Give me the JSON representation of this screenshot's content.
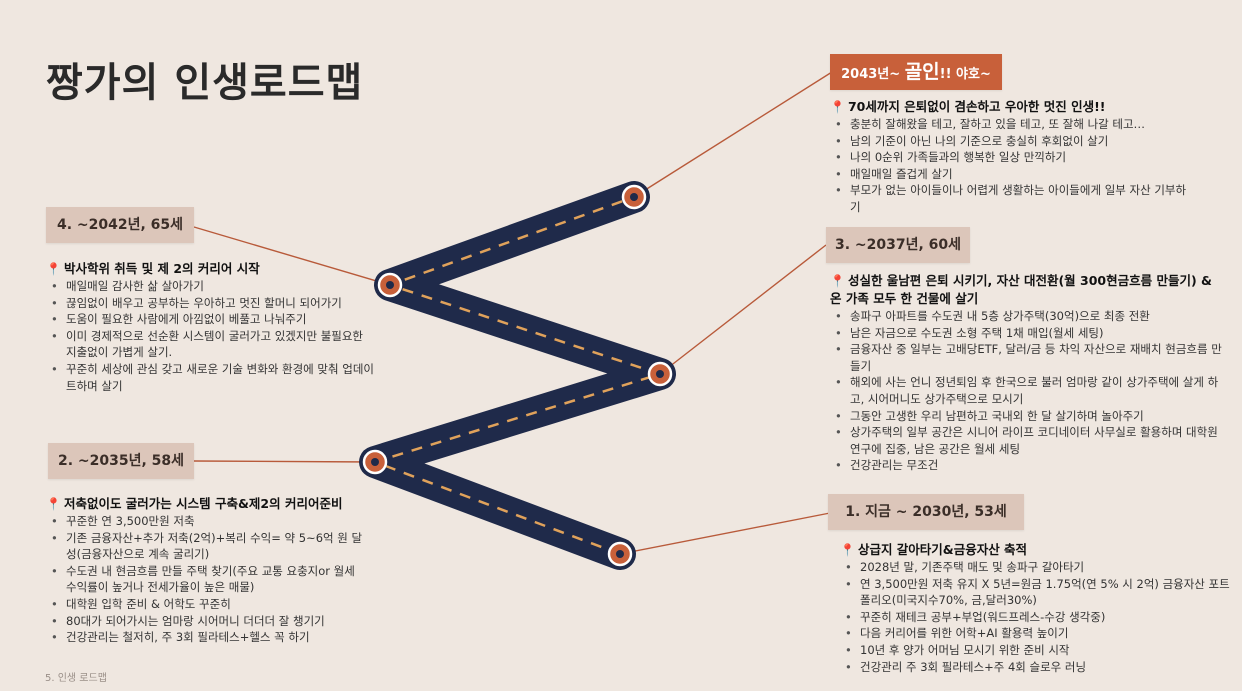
{
  "title": "짱가의 인생로드맵",
  "footer": "5. 인생 로드맵",
  "colors": {
    "background": "#efe7e0",
    "road": "#1f2a4a",
    "road_dash": "#e0a25b",
    "label_bg": "#dcc6ba",
    "final_label_bg": "#c8603a",
    "connector": "#b85a3a",
    "pin": "#e05a5a"
  },
  "stages": {
    "s1": {
      "label": "1. 지금 ~ 2030년, 53세",
      "head": "상급지 갈아타기&금융자산 축적",
      "items": [
        "2028년 말, 기존주택 매도 및 송파구 갈아타기",
        "연 3,500만원 저축 유지 X 5년=원금 1.75억(연 5% 시 2억) 금융자산 포트폴리오(미국지수70%, 금,달러30%)",
        "꾸준히 재테크 공부+부업(워드프레스-수강 생각중)",
        "다음 커리어를 위한 어학+AI 활용력 높이기",
        "10년 후 양가 어머님 모시기 위한 준비 시작",
        "건강관리 주 3회 필라테스+주 4회 슬로우 러닝"
      ]
    },
    "s2": {
      "label": "2. ~2035년, 58세",
      "head": "저축없이도 굴러가는 시스템 구축&제2의 커리어준비",
      "items": [
        "꾸준한 연 3,500만원 저축",
        "기존 금융자산+추가 저축(2억)+복리 수익= 약 5~6억 원 달성(금융자산으로 계속 굴리기)",
        "수도권 내 현금흐름 만들 주택 찾기(주요 교통 요충지or 월세 수익률이 높거나 전세가율이 높은 매물)",
        "대학원 입학 준비 & 어학도 꾸준히",
        "80대가 되어가시는 엄마랑 시어머니 더더더 잘 챙기기",
        "건강관리는 철저히, 주 3회 필라테스+헬스 꼭 하기"
      ]
    },
    "s3": {
      "label": "3. ~2037년, 60세",
      "head": "성실한 울남편 은퇴 시키기, 자산 대전환(월 300현금흐름 만들기) & 온 가족 모두 한 건물에 살기",
      "items": [
        "송파구 아파트를 수도권 내 5층 상가주택(30억)으로 최종 전환",
        "남은 자금으로 수도권 소형 주택 1채 매입(월세 세팅)",
        "금융자산 중 일부는 고배당ETF, 달러/금 등 차익 자산으로 재배치 현금흐름 만들기",
        "해외에 사는 언니 정년퇴임 후 한국으로 불러 엄마랑 같이 상가주택에 살게 하고, 시어머니도 상가주택으로 모시기",
        "그동안 고생한 우리 남편하고 국내외 한 달 살기하며 놀아주기",
        "상가주택의 일부 공간은 시니어 라이프 코디네이터 사무실로 활용하며 대학원 연구에 집중, 남은 공간은 월세 세팅",
        "건강관리는 무조건"
      ]
    },
    "s4": {
      "label": "4. ~2042년, 65세",
      "head": "박사학위 취득 및 제 2의 커리어 시작",
      "items": [
        "매일매일 감사한 삶 살아가기",
        "끊임없이 배우고 공부하는 우아하고 멋진 할머니 되어가기",
        "도움이 필요한 사람에게 아낌없이 베풀고 나눠주기",
        "이미 경제적으로 선순환 시스템이 굴러가고 있겠지만 불필요한 지출없이 가볍게 살기.",
        "꾸준히 세상에 관심 갖고 새로운 기술 변화와 환경에 맞춰 업데이트하며 살기"
      ]
    },
    "final": {
      "label_pre": "2043년~ ",
      "label_big": "골인",
      "label_post": "!! 야호~",
      "head": "70세까지 은퇴없이 겸손하고 우아한 멋진 인생!!",
      "items": [
        "충분히 잘해왔을 테고, 잘하고 있을 테고, 또 잘해 나갈 테고…",
        "남의 기준이 아닌 나의 기준으로 충실히 후회없이 살기",
        "나의 0순위 가족들과의 행복한 일상 만끽하기",
        "매일매일 즐겁게 살기",
        "부모가 없는 아이들이나 어렵게 생활하는 아이들에게 일부 자산 기부하기"
      ]
    }
  }
}
